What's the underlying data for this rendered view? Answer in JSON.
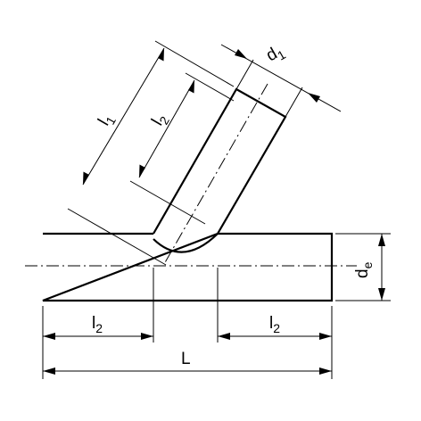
{
  "figure": {
    "description_labels": {
      "branch_length": "l",
      "branch_length_sub": "1",
      "insertion_length": "l",
      "insertion_length_sub": "2",
      "branch_diameter": "d",
      "branch_diameter_sub": "1",
      "run_diameter": "d",
      "run_diameter_sub": "e",
      "left_length": "l",
      "left_length_sub": "2",
      "right_length": "l",
      "right_length_sub": "2",
      "total_length": "L"
    }
  }
}
